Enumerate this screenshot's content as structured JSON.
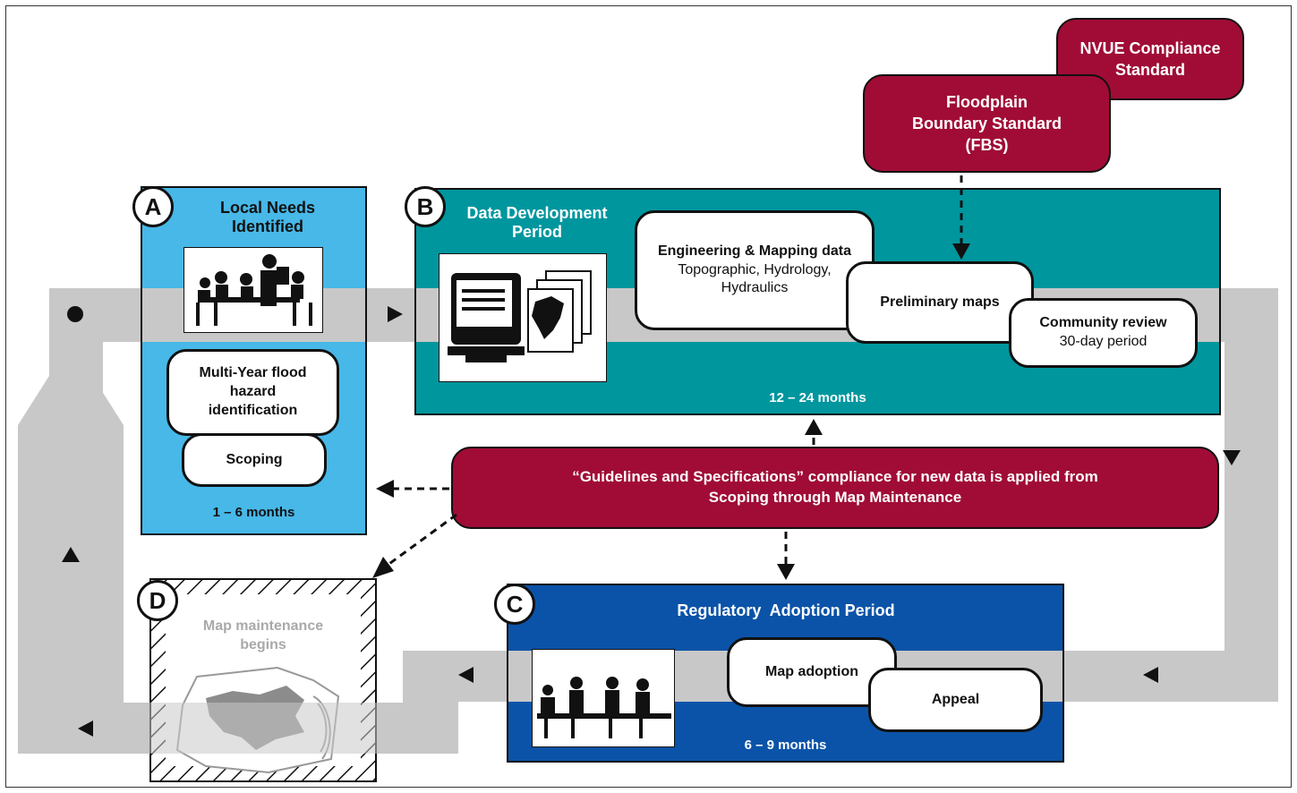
{
  "standards": {
    "nvue": [
      "NVUE Compliance",
      "Standard"
    ],
    "fbs": [
      "Floodplain",
      "Boundary Standard",
      "(FBS)"
    ]
  },
  "panel_a": {
    "letter": "A",
    "title": [
      "Local Needs",
      "Identified"
    ],
    "boxes": {
      "multi_year": [
        "Multi-Year flood",
        "hazard",
        "identification"
      ],
      "scoping": "Scoping"
    },
    "duration": "1 – 6 months",
    "color": "#47b8e8"
  },
  "panel_b": {
    "letter": "B",
    "title": [
      "Data Development",
      "Period"
    ],
    "boxes": {
      "engineering_title": "Engineering & Mapping data",
      "engineering_detail": [
        "Topographic, Hydrology,",
        "Hydraulics"
      ],
      "preliminary": "Preliminary maps",
      "community_title": "Community review",
      "community_detail": "30-day period"
    },
    "duration": "12 – 24 months",
    "color": "#00969e"
  },
  "panel_c": {
    "letter": "C",
    "title": "Regulatory  Adoption Period",
    "boxes": {
      "adoption": "Map adoption",
      "appeal": "Appeal"
    },
    "duration": "6 – 9 months",
    "color": "#0b53a8"
  },
  "panel_d": {
    "letter": "D",
    "title": [
      "Map maintenance",
      "begins"
    ]
  },
  "guidelines": [
    "“Guidelines and Specifications” compliance for new data is applied from",
    "Scoping through Map Maintenance"
  ],
  "colors": {
    "flow": "#c8c8c8",
    "standard": "#a00c36"
  },
  "icons": [
    "meeting-people-icon",
    "computer-maps-icon",
    "council-meeting-icon",
    "map-paper-icon"
  ]
}
